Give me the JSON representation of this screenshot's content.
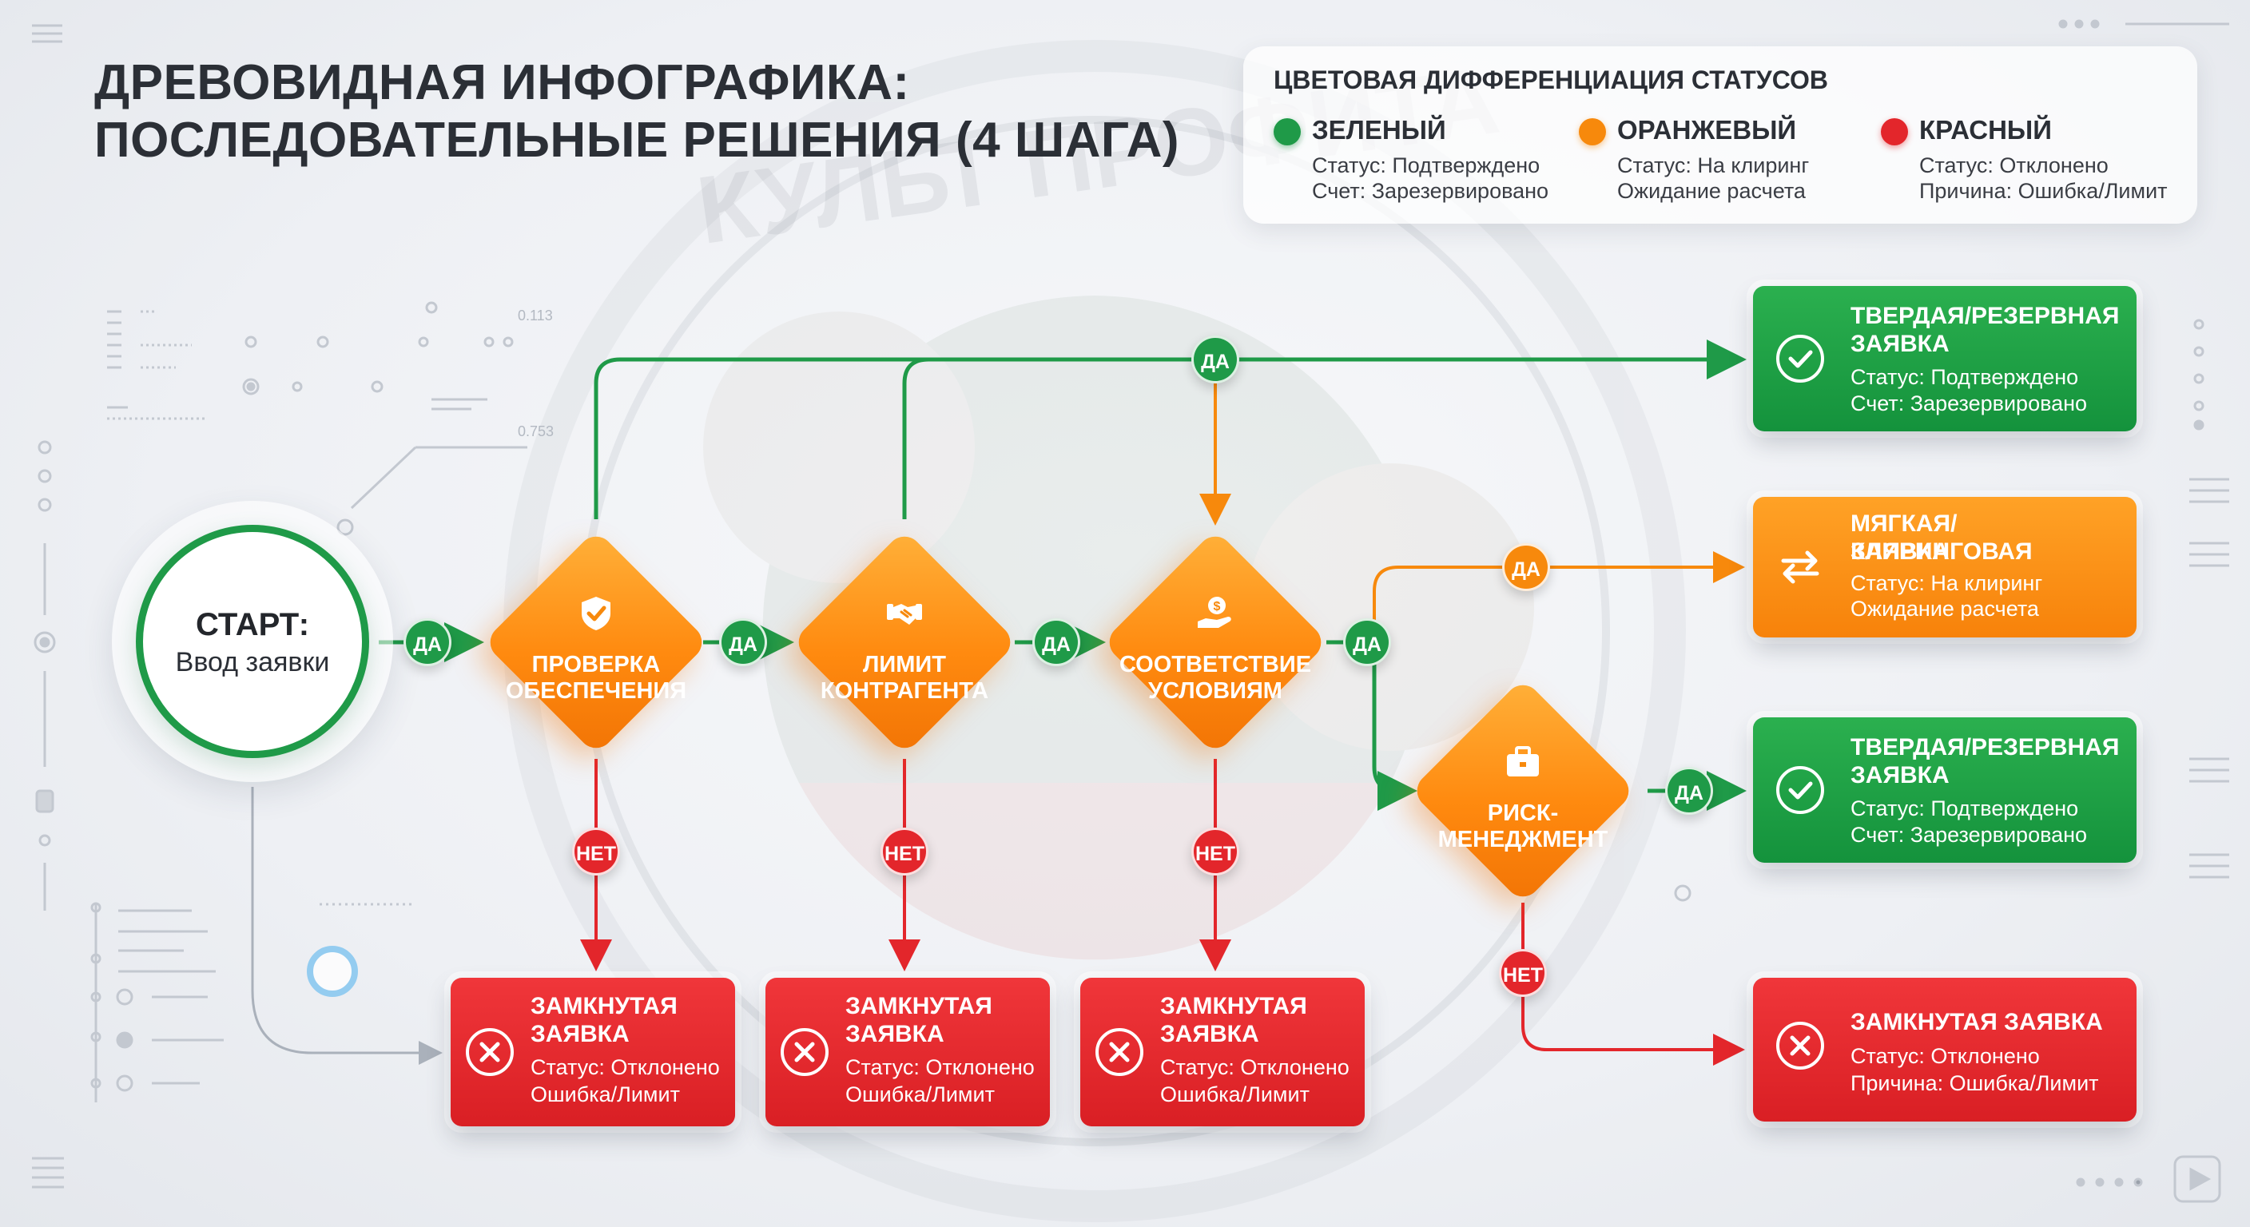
{
  "title": {
    "line1": "ДРЕВОВИДНАЯ ИНФОГРАФИКА:",
    "line2": "ПОСЛЕДОВАТЕЛЬНЫЕ РЕШЕНИЯ (4 ШАГА)"
  },
  "watermark": "КУЛЬТ ПРОФИТА",
  "legend": {
    "title": "ЦВЕТОВАЯ ДИФФЕРЕНЦИАЦИЯ СТАТУСОВ",
    "items": [
      {
        "name": "ЗЕЛЕНЫЙ",
        "color": "#1f9a48",
        "line1": "Статус: Подтверждено",
        "line2": "Счет: Зарезервировано"
      },
      {
        "name": "ОРАНЖЕВЫЙ",
        "color": "#f7890c",
        "line1": "Статус: На клиринг",
        "line2": "Ожидание расчета"
      },
      {
        "name": "КРАСНЫЙ",
        "color": "#e3262b",
        "line1": "Статус: Отклонено",
        "line2": "Причина: Ошибка/Лимит"
      }
    ]
  },
  "start": {
    "title": "СТАРТ:",
    "subtitle": "Ввод заявки"
  },
  "decisions": [
    {
      "line1": "ПРОВЕРКА",
      "line2": "ОБЕСПЕЧЕНИЯ",
      "icon": "shield-check-icon"
    },
    {
      "line1": "ЛИМИТ",
      "line2": "КОНТРАГЕНТА",
      "icon": "handshake-icon"
    },
    {
      "line1": "СООТВЕТСТВИЕ",
      "line2": "УСЛОВИЯМ",
      "icon": "money-hand-icon"
    },
    {
      "line1": "РИСК-",
      "line2": "МЕНЕДЖМЕНТ",
      "icon": "briefcase-icon"
    }
  ],
  "badges": {
    "yes": "ДА",
    "no": "НЕТ"
  },
  "results": {
    "firm_top": {
      "title1": "ТВЕРДАЯ/РЕЗЕРВНАЯ",
      "title2": "ЗАЯВКА",
      "line1": "Статус: Подтверждено",
      "line2": "Счет: Зарезервировано"
    },
    "soft": {
      "title1": "МЯГКАЯ/КЛИРИНГОВАЯ",
      "title2": "ЗАЯВКА",
      "line1": "Статус: На клиринг",
      "line2": "Ожидание расчета"
    },
    "firm_bottom": {
      "title1": "ТВЕРДАЯ/РЕЗЕРВНАЯ",
      "title2": "ЗАЯВКА",
      "line1": "Статус: Подтверждено",
      "line2": "Счет: Зарезервировано"
    },
    "closed_right": {
      "title1": "ЗАМКНУТАЯ ЗАЯВКА",
      "line1": "Статус: Отклонено",
      "line2": "Причина: Ошибка/Лимит"
    },
    "closed": [
      {
        "title1": "ЗАМКНУТАЯ",
        "title2": "ЗАЯВКА",
        "line1": "Статус: Отклонено",
        "line2": "Ошибка/Лимит"
      },
      {
        "title1": "ЗАМКНУТАЯ",
        "title2": "ЗАЯВКА",
        "line1": "Статус: Отклонено",
        "line2": "Ошибка/Лимит"
      },
      {
        "title1": "ЗАМКНУТАЯ",
        "title2": "ЗАЯВКА",
        "line1": "Статус: Отклонено",
        "line2": "Ошибка/Лимит"
      }
    ]
  },
  "deco_values": {
    "v1": "0.113",
    "v2": "0.753"
  },
  "colors": {
    "green": "#1f9a48",
    "orange": "#f7890c",
    "red": "#e3262b"
  }
}
